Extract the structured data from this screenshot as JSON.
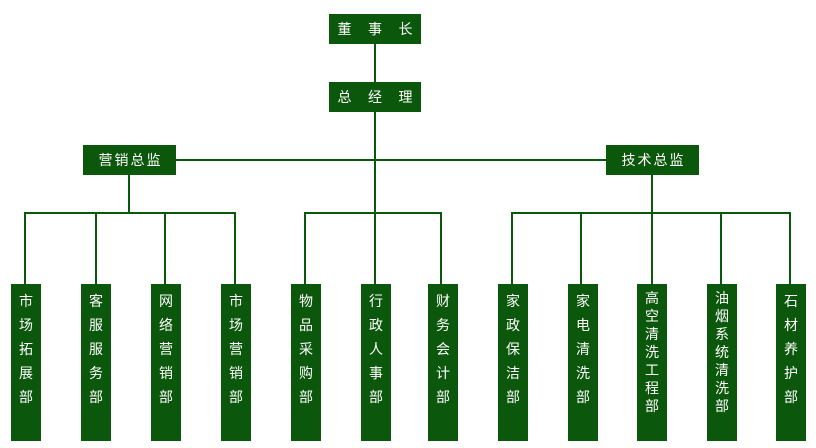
{
  "chairman": "董 事 长",
  "gm": "总 经 理",
  "marketing_director": "营销总监",
  "tech_director": "技术总监",
  "departments": [
    {
      "chars": [
        "市",
        "场",
        "拓",
        "展",
        "部"
      ]
    },
    {
      "chars": [
        "客",
        "服",
        "服",
        "务",
        "部"
      ]
    },
    {
      "chars": [
        "网",
        "络",
        "营",
        "销",
        "部"
      ]
    },
    {
      "chars": [
        "市",
        "场",
        "营",
        "销",
        "部"
      ]
    },
    {
      "chars": [
        "物",
        "品",
        "采",
        "购",
        "部"
      ]
    },
    {
      "chars": [
        "行",
        "政",
        "人",
        "事",
        "部"
      ]
    },
    {
      "chars": [
        "财",
        "务",
        "会",
        "计",
        "部"
      ]
    },
    {
      "chars": [
        "家",
        "政",
        "保",
        "洁",
        "部"
      ]
    },
    {
      "chars": [
        "家",
        "电",
        "清",
        "洗",
        "部"
      ]
    },
    {
      "chars": [
        "高",
        "空",
        "清",
        "洗",
        "工",
        "程",
        "部"
      ]
    },
    {
      "chars": [
        "油",
        "烟",
        "系",
        "统",
        "清",
        "洗",
        "部"
      ]
    },
    {
      "chars": [
        "石",
        "材",
        "养",
        "护",
        "部"
      ]
    }
  ]
}
